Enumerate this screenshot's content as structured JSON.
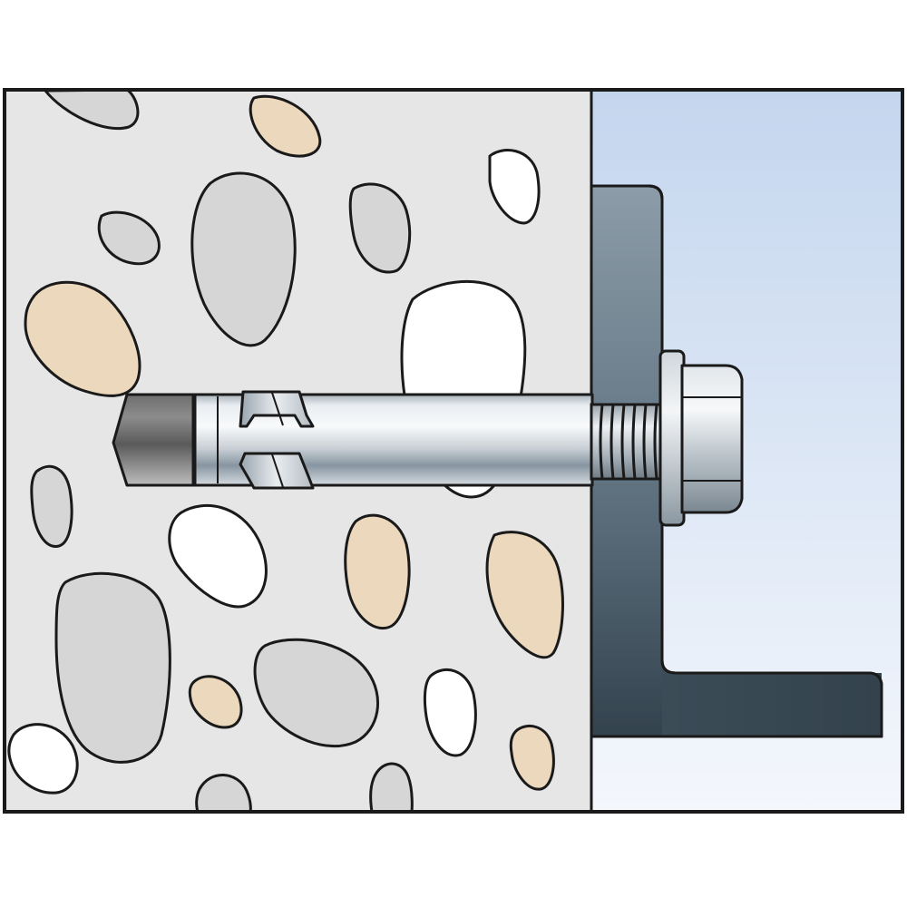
{
  "diagram": {
    "subject": "anchor-bolt-installation",
    "parts": [
      "concrete-base",
      "aggregate-stones",
      "steel-angle-bracket",
      "expansion-anchor-bolt",
      "expansion-clip",
      "threaded-rod",
      "washer",
      "hex-nut"
    ],
    "colors": {
      "outline": "#1a1a1a",
      "concrete": "#e6e6e6",
      "stone_gray": "#d6d6d6",
      "stone_tan": "#ebd8bd",
      "stone_white": "#ffffff",
      "air": "#dce6f4",
      "bracket": "#52646f",
      "metal": "#c4cbd1"
    }
  }
}
